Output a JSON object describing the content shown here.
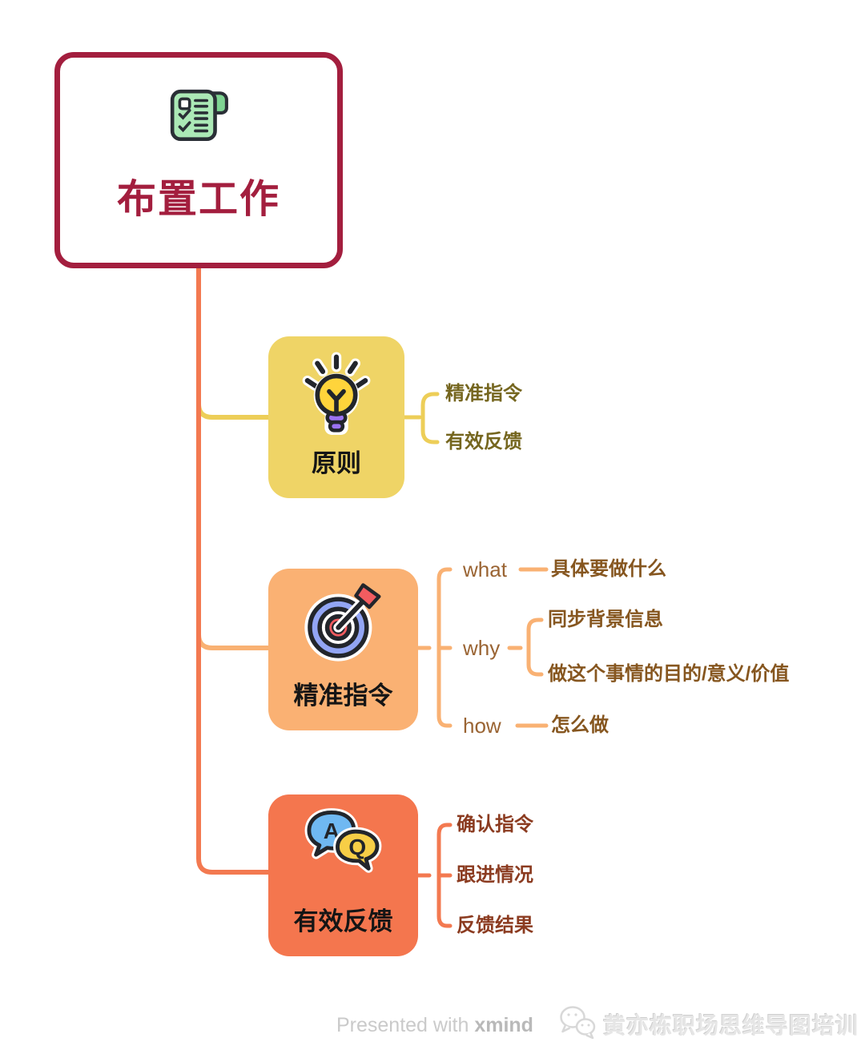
{
  "root": {
    "title": "布置工作",
    "icon": "checklist-note-icon"
  },
  "branches": [
    {
      "label": "原则",
      "icon": "lightbulb-icon",
      "box_color": "#EFD466",
      "line_color": "#EDCE58",
      "text_color": "#75661F",
      "children": [
        {
          "label": "精准指令"
        },
        {
          "label": "有效反馈"
        }
      ]
    },
    {
      "label": "精准指令",
      "icon": "dart-target-icon",
      "box_color": "#FAB173",
      "line_color": "#F9B173",
      "text_color": "#86561F",
      "children": [
        {
          "keyword": "what",
          "detail": "具体要做什么"
        },
        {
          "keyword": "why",
          "details": [
            "同步背景信息",
            "做这个事情的目的/意义/价值"
          ]
        },
        {
          "keyword": "how",
          "detail": "怎么做"
        }
      ]
    },
    {
      "label": "有效反馈",
      "icon": "qa-chat-icon",
      "qa_letters": {
        "a": "A",
        "q": "Q"
      },
      "box_color": "#F4764E",
      "line_color": "#F37950",
      "text_color": "#8B3B20",
      "children": [
        {
          "label": "确认指令"
        },
        {
          "label": "跟进情况"
        },
        {
          "label": "反馈结果"
        }
      ]
    }
  ],
  "footer": {
    "presented_prefix": "Presented with ",
    "brand": "xmind",
    "watermark": "黄亦栋职场思维导图培训",
    "watermark_icon": "wechat-icon"
  },
  "colors": {
    "root_accent": "#A31E3E",
    "background": "#FFFFFF",
    "trunk": "#F37950"
  }
}
